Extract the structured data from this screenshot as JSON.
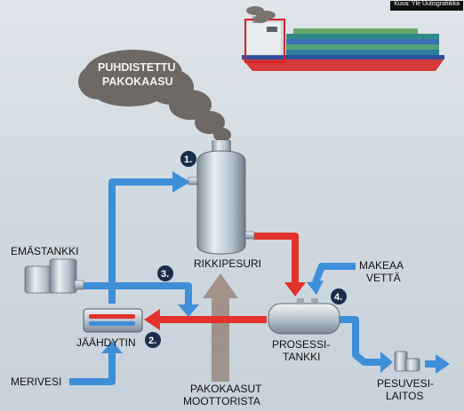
{
  "credit": "Kuva: Yle Uutisgrafiikka",
  "labels": {
    "exhaust_cloud_line1": "PUHDISTETTU",
    "exhaust_cloud_line2": "PAKOKAASU",
    "scrubber": "RIKKIPESURI",
    "base_tank": "EMÄSTANKKI",
    "fresh_water_line1": "MAKEAA",
    "fresh_water_line2": "VETTÄ",
    "cooler": "JÄÄHDYTIN",
    "process_tank_line1": "PROSESSI-",
    "process_tank_line2": "TANKKI",
    "seawater": "MERIVESI",
    "engine_exhaust_line1": "PAKOKAASUT",
    "engine_exhaust_line2": "MOOTTORISTA",
    "washing_plant_line1": "PESUVESI-",
    "washing_plant_line2": "LAITOS"
  },
  "steps": [
    "1.",
    "2.",
    "3.",
    "4."
  ],
  "colors": {
    "flow_blue": "#3e8fd8",
    "flow_red": "#e2322b",
    "exhaust_brown": "#9b8a7c",
    "smoke": "#6e6864",
    "ship_hull": "#d63a3a",
    "ship_hull_top": "#2e4f9c",
    "badge": "#1c2d4a"
  }
}
